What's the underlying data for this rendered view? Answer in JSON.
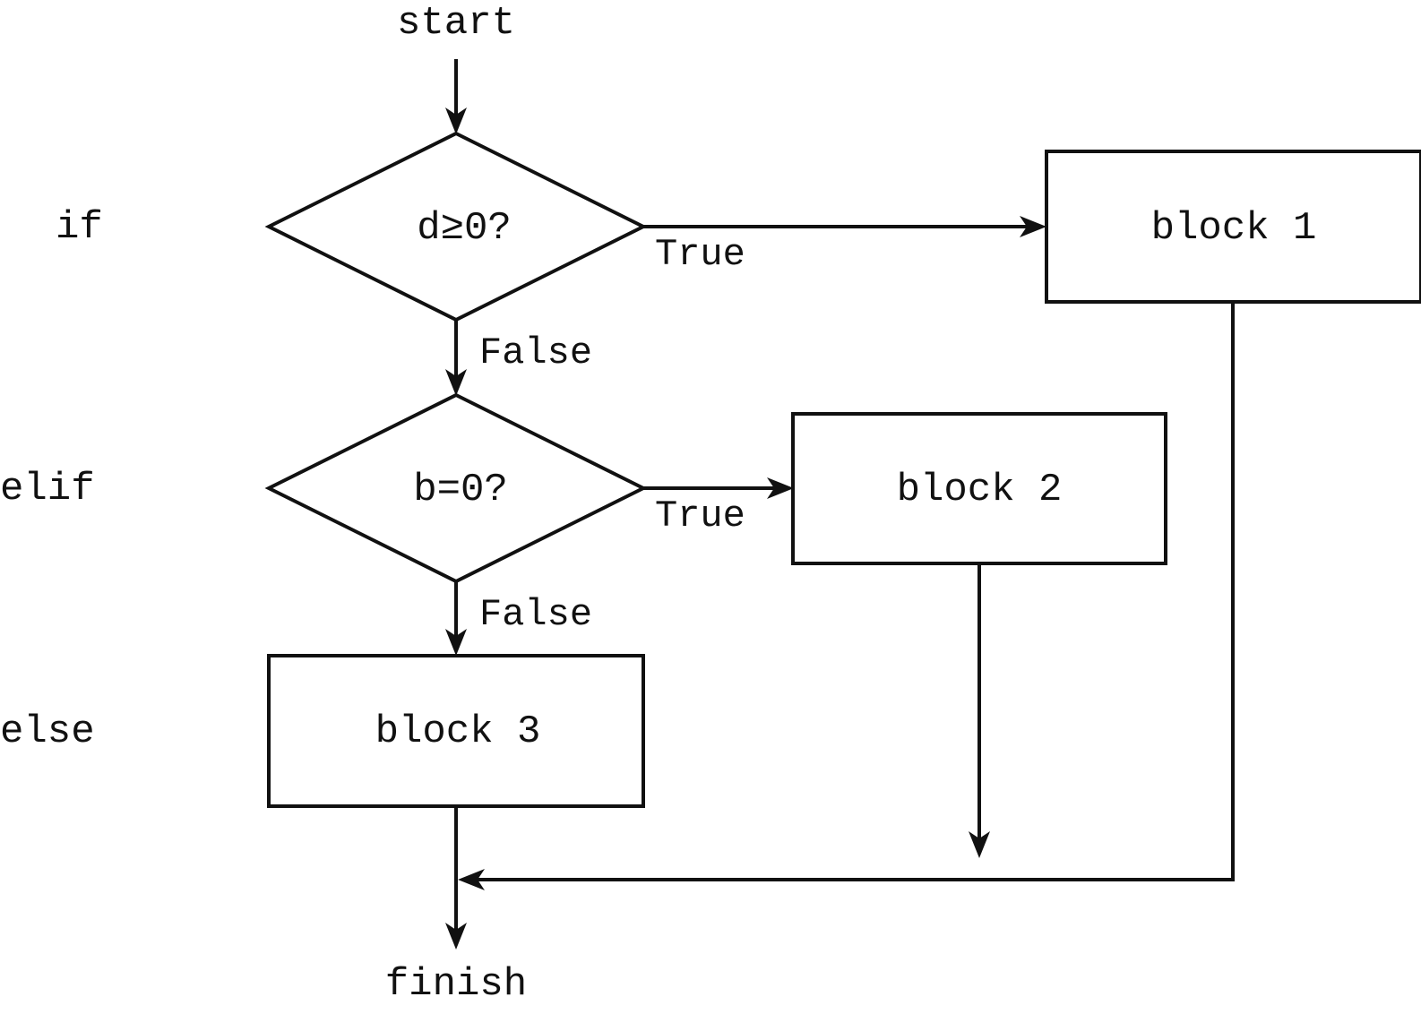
{
  "terminals": {
    "start": "start",
    "finish": "finish"
  },
  "branch_keywords": {
    "if": "if",
    "elif": "elif",
    "else": "else"
  },
  "decisions": {
    "first": "d≥0?",
    "second": "b=0?"
  },
  "blocks": {
    "block1": "block 1",
    "block2": "block 2",
    "block3": "block 3"
  },
  "edge_labels": {
    "first_true": "True",
    "first_false": "False",
    "second_true": "True",
    "second_false": "False"
  }
}
